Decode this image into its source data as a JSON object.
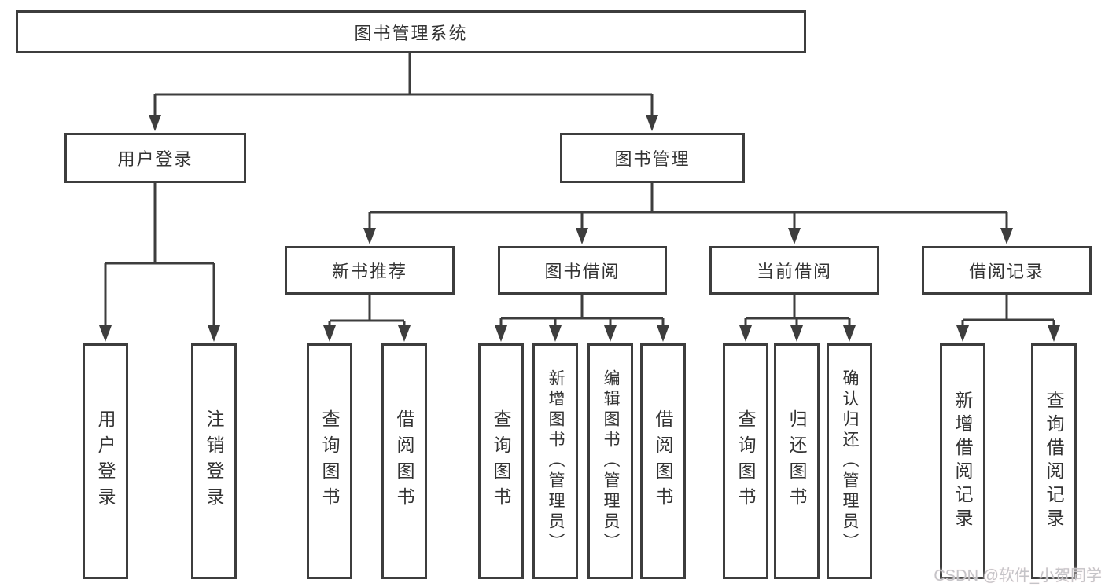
{
  "diagram": {
    "root": {
      "label": "图书管理系统"
    },
    "level2": [
      {
        "label": "用户登录"
      },
      {
        "label": "图书管理"
      }
    ],
    "level3": [
      {
        "label": "新书推荐"
      },
      {
        "label": "图书借阅"
      },
      {
        "label": "当前借阅"
      },
      {
        "label": "借阅记录"
      }
    ],
    "leaves": {
      "user_login": [
        {
          "label": "用户登录"
        },
        {
          "label": "注销登录"
        }
      ],
      "new_book": [
        {
          "label": "查询图书"
        },
        {
          "label": "借阅图书"
        }
      ],
      "borrow": [
        {
          "label": "查询图书"
        },
        {
          "label": "新增图书（管理员）"
        },
        {
          "label": "编辑图书（管理员）"
        },
        {
          "label": "借阅图书"
        }
      ],
      "current": [
        {
          "label": "查询图书"
        },
        {
          "label": "归还图书"
        },
        {
          "label": "确认归还（管理员）"
        }
      ],
      "records": [
        {
          "label": "新增借阅记录"
        },
        {
          "label": "查询借阅记录"
        }
      ]
    },
    "colors": {
      "line": "#3d3d3d",
      "box_border": "#3d3d3d",
      "text": "#333333",
      "background": "#ffffff",
      "watermark": "#c4c4c8"
    }
  },
  "watermark": {
    "text": "CSDN @软件_小贺同学"
  }
}
